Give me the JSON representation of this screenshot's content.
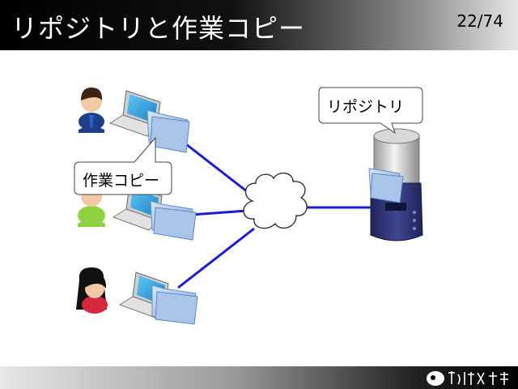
{
  "slide": {
    "title": "リポジトリと作業コピー",
    "page": "22/74"
  },
  "diagram": {
    "repository_label": "リポジトリ",
    "working_copy_label": "作業コピー",
    "users": [
      {
        "name": "user-businessman-icon"
      },
      {
        "name": "user-green-icon"
      },
      {
        "name": "user-woman-icon"
      }
    ],
    "colors": {
      "link": "#1a1ad8",
      "folder": "#8fb4e0",
      "server": "#2c3170"
    }
  }
}
